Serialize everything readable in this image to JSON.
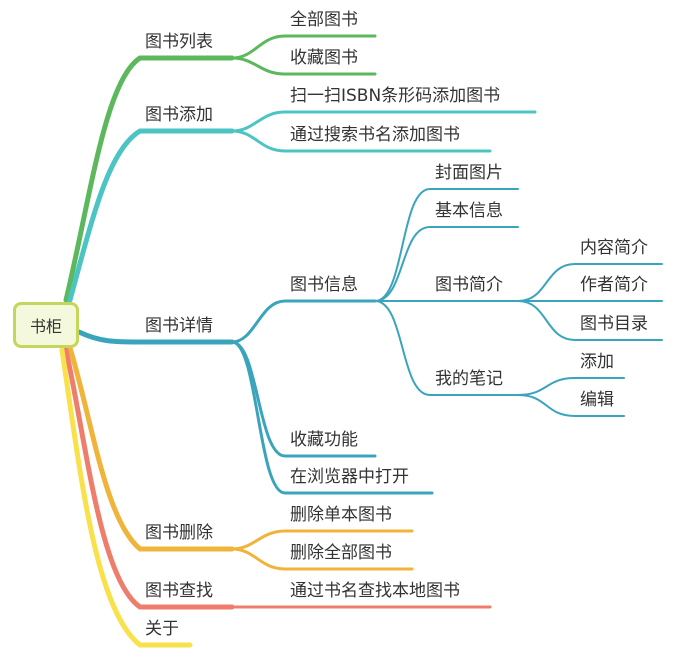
{
  "colors": {
    "green": "#5cb85c",
    "cyan": "#4dc4c4",
    "blue": "#3ba4bd",
    "orange": "#f0b43a",
    "red": "#ee7d6b",
    "yellow": "#f8e14a",
    "root_border": "#c5d65a"
  },
  "root": {
    "label": "书柜"
  },
  "branches": [
    {
      "label": "图书列表",
      "children": [
        "全部图书",
        "收藏图书"
      ]
    },
    {
      "label": "图书添加",
      "children": [
        "扫一扫ISBN条形码添加图书",
        "通过搜索书名添加图书"
      ]
    },
    {
      "label": "图书详情",
      "info": {
        "label": "图书信息",
        "cover": "封面图片",
        "basic": "基本信息",
        "intro": {
          "label": "图书简介",
          "children": [
            "内容简介",
            "作者简介",
            "图书目录"
          ]
        },
        "notes": {
          "label": "我的笔记",
          "children": [
            "添加",
            "编辑"
          ]
        }
      },
      "children": [
        "收藏功能",
        "在浏览器中打开"
      ]
    },
    {
      "label": "图书删除",
      "children": [
        "删除单本图书",
        "删除全部图书"
      ]
    },
    {
      "label": "图书查找",
      "children": [
        "通过书名查找本地图书"
      ]
    },
    {
      "label": "关于",
      "children": []
    }
  ]
}
